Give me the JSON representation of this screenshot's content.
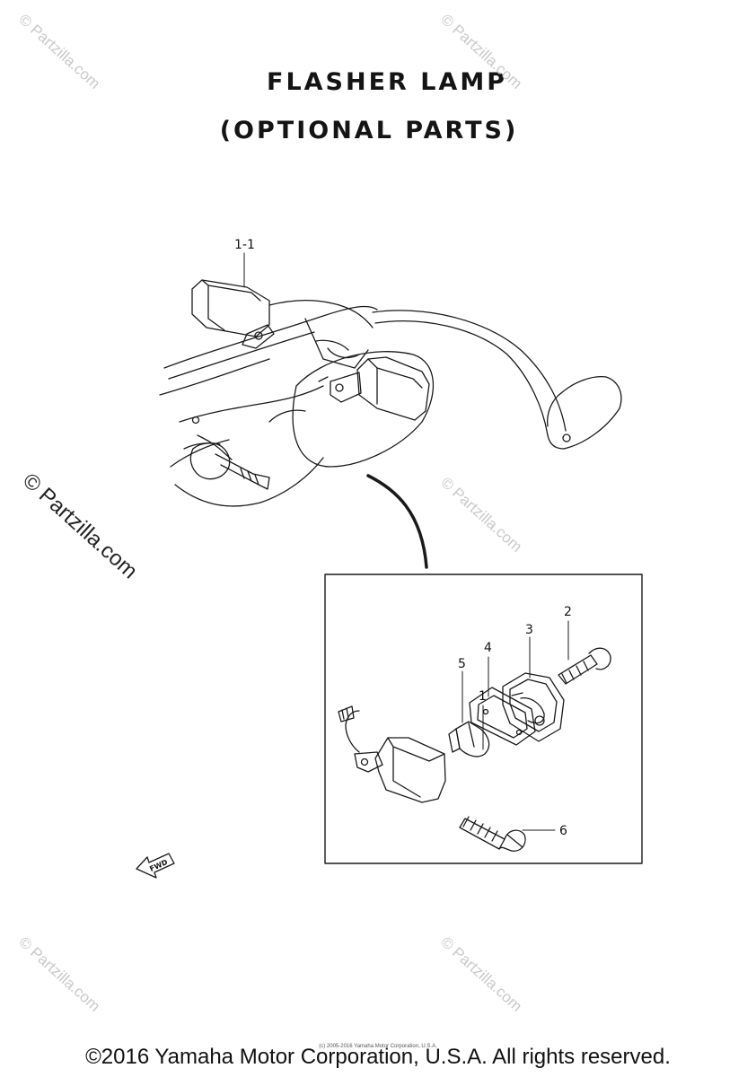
{
  "title": {
    "line1": "FLASHER LAMP",
    "line2": "(OPTIONAL PARTS)"
  },
  "callouts": {
    "c1_1": "1-1",
    "c1": "1",
    "c2": "2",
    "c3": "3",
    "c4": "4",
    "c5": "5",
    "c6": "6"
  },
  "fwd_label": "FWD",
  "watermark": {
    "text": "© Partzilla.com",
    "color": "#c9c9c9"
  },
  "footer": {
    "small_notice": "(c) 2005-2016 Yamaha Motor Corporation, U.S.A.",
    "copyright": "©2016 Yamaha Motor Corporation, U.S.A. All rights reserved."
  }
}
